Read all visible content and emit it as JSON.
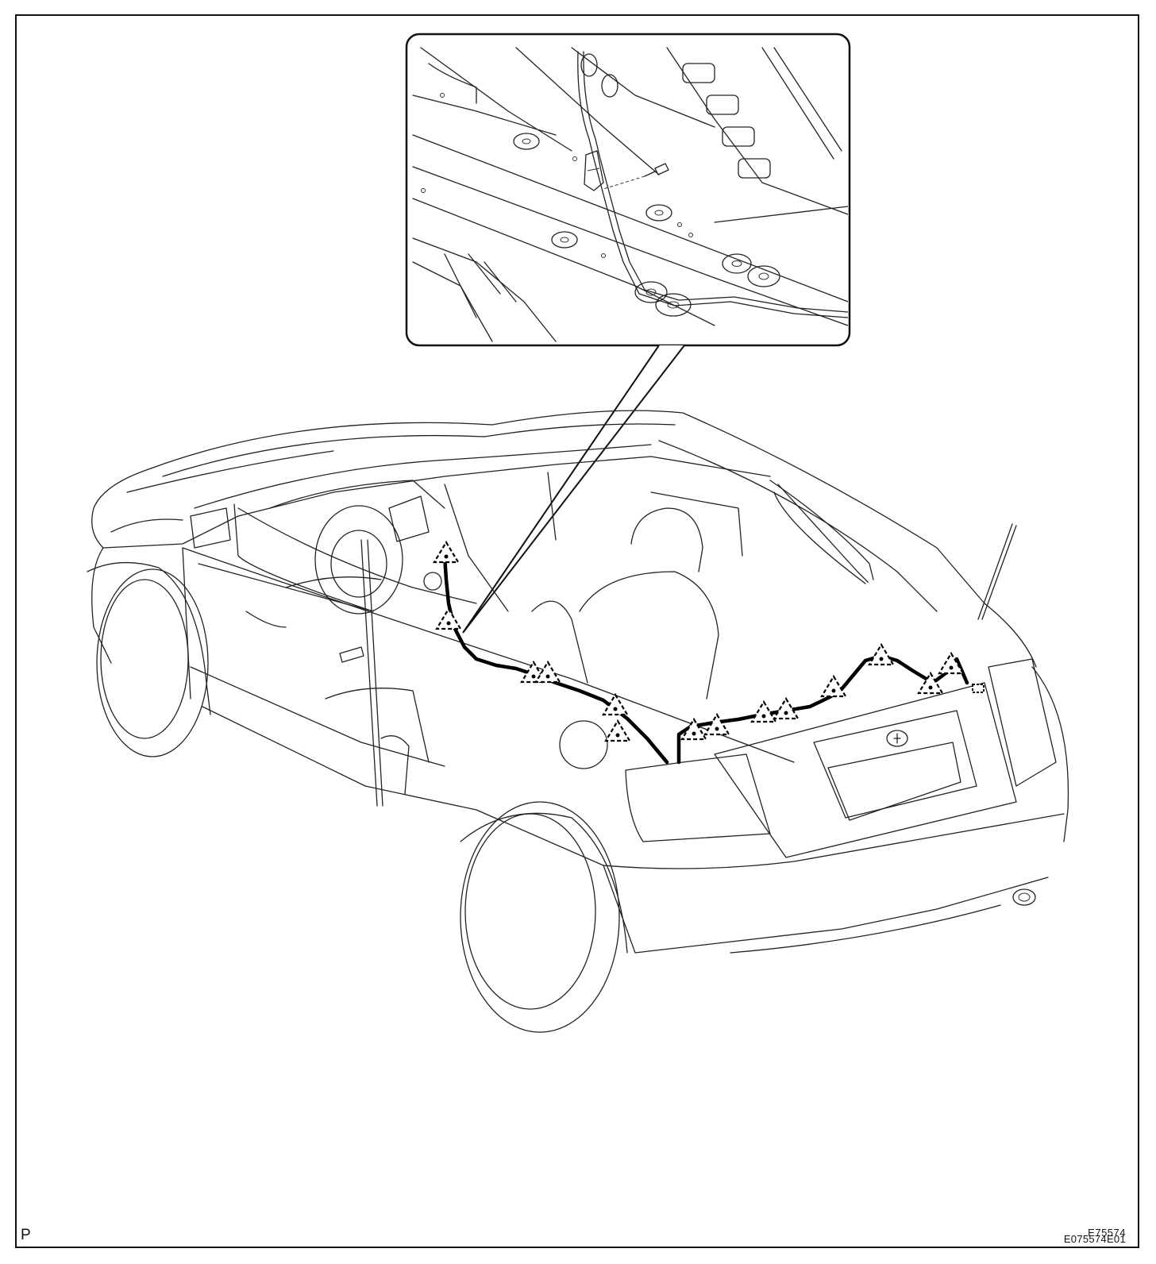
{
  "figure": {
    "corner_letter": "P",
    "figure_code_old": "E75574",
    "figure_code_new": "E075574E01"
  },
  "colors": {
    "line": "#222222",
    "harness": "#000000",
    "background": "#ffffff"
  }
}
